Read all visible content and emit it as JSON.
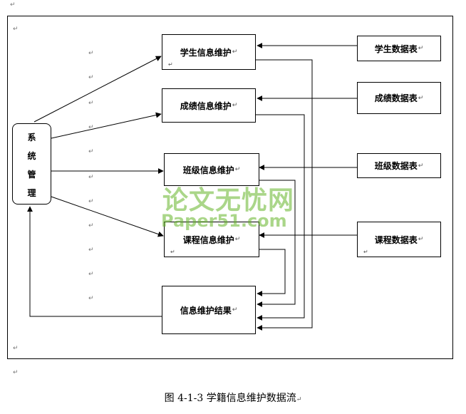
{
  "nodes": {
    "system": [
      "系",
      "统",
      "管",
      "理"
    ],
    "student_maint": "学生信息维护",
    "score_maint": "成绩信息维护",
    "class_maint": "班级信息维护",
    "course_maint": "课程信息维护",
    "result": "信息维护结果",
    "student_table": "学生数据表",
    "score_table": "成绩数据表",
    "class_table": "班级数据表",
    "course_table": "课程数据表"
  },
  "paragraph_mark": "↵",
  "caption": "图 4-1-3 学籍信息维护数据流",
  "watermark": {
    "line1": "论文无忧网",
    "line2": "Paper51.com"
  },
  "colors": {
    "line": "#000000",
    "watermark": "#64b428"
  }
}
